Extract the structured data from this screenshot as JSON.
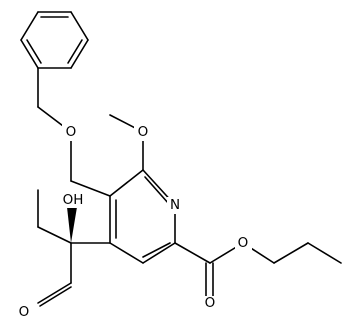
{
  "atoms": {
    "ether_oxygen": "O",
    "methoxy_oxygen": "O",
    "ring_nitrogen": "N",
    "hydroxyl": "OH",
    "ester_single_oxygen": "O",
    "ester_carbonyl_oxygen": "O",
    "aldehyde_oxygen": "O"
  }
}
